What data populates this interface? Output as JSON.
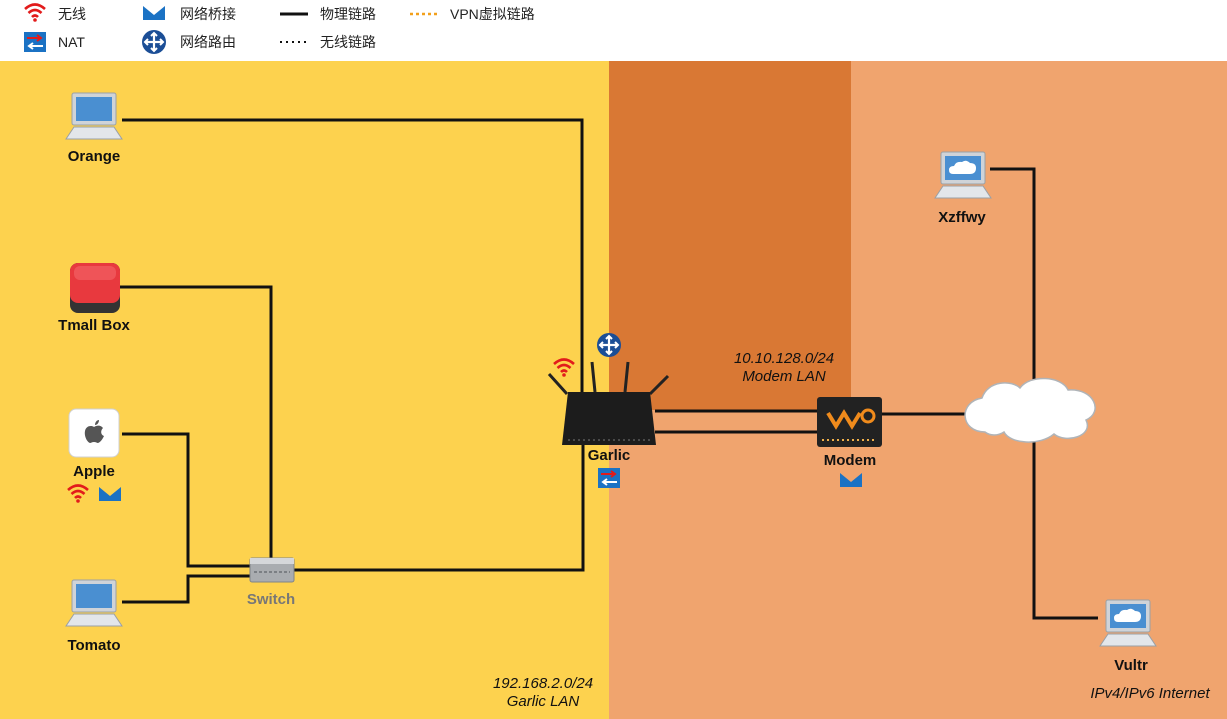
{
  "legend": {
    "wireless": "无线",
    "nat": "NAT",
    "bridge": "网络桥接",
    "routing": "网络路由",
    "physical_link": "物理链路",
    "wireless_link": "无线链路",
    "vpn_link": "VPN虚拟链路"
  },
  "zones": {
    "garlic_lan": {
      "subnet": "192.168.2.0/24",
      "name": "Garlic LAN",
      "color": "#fdd24e"
    },
    "modem_lan": {
      "subnet": "10.10.128.0/24",
      "name": "Modem LAN",
      "color": "#d97834"
    },
    "internet": {
      "name": "IPv4/IPv6 Internet",
      "color": "#f0a46e"
    }
  },
  "nodes": {
    "orange": {
      "label": "Orange",
      "icon": "laptop-icon"
    },
    "tmall": {
      "label": "Tmall Box",
      "icon": "tv-box-icon"
    },
    "apple": {
      "label": "Apple",
      "icon": "apple-icon"
    },
    "tomato": {
      "label": "Tomato",
      "icon": "laptop-icon"
    },
    "switch": {
      "label": "Switch",
      "icon": "switch-icon"
    },
    "garlic": {
      "label": "Garlic",
      "icon": "router-icon"
    },
    "modem": {
      "label": "Modem",
      "icon": "modem-icon"
    },
    "xzffwy": {
      "label": "Xzffwy",
      "icon": "cloud-server-icon"
    },
    "vultr": {
      "label": "Vultr",
      "icon": "cloud-server-icon"
    },
    "internet": {
      "icon": "cloud-icon"
    }
  },
  "colors": {
    "wifi": "#e21b1b",
    "bridge": "#1b72c4",
    "routing": "#1b4e96",
    "vpn": "#f2a01b",
    "link": "#111111"
  }
}
